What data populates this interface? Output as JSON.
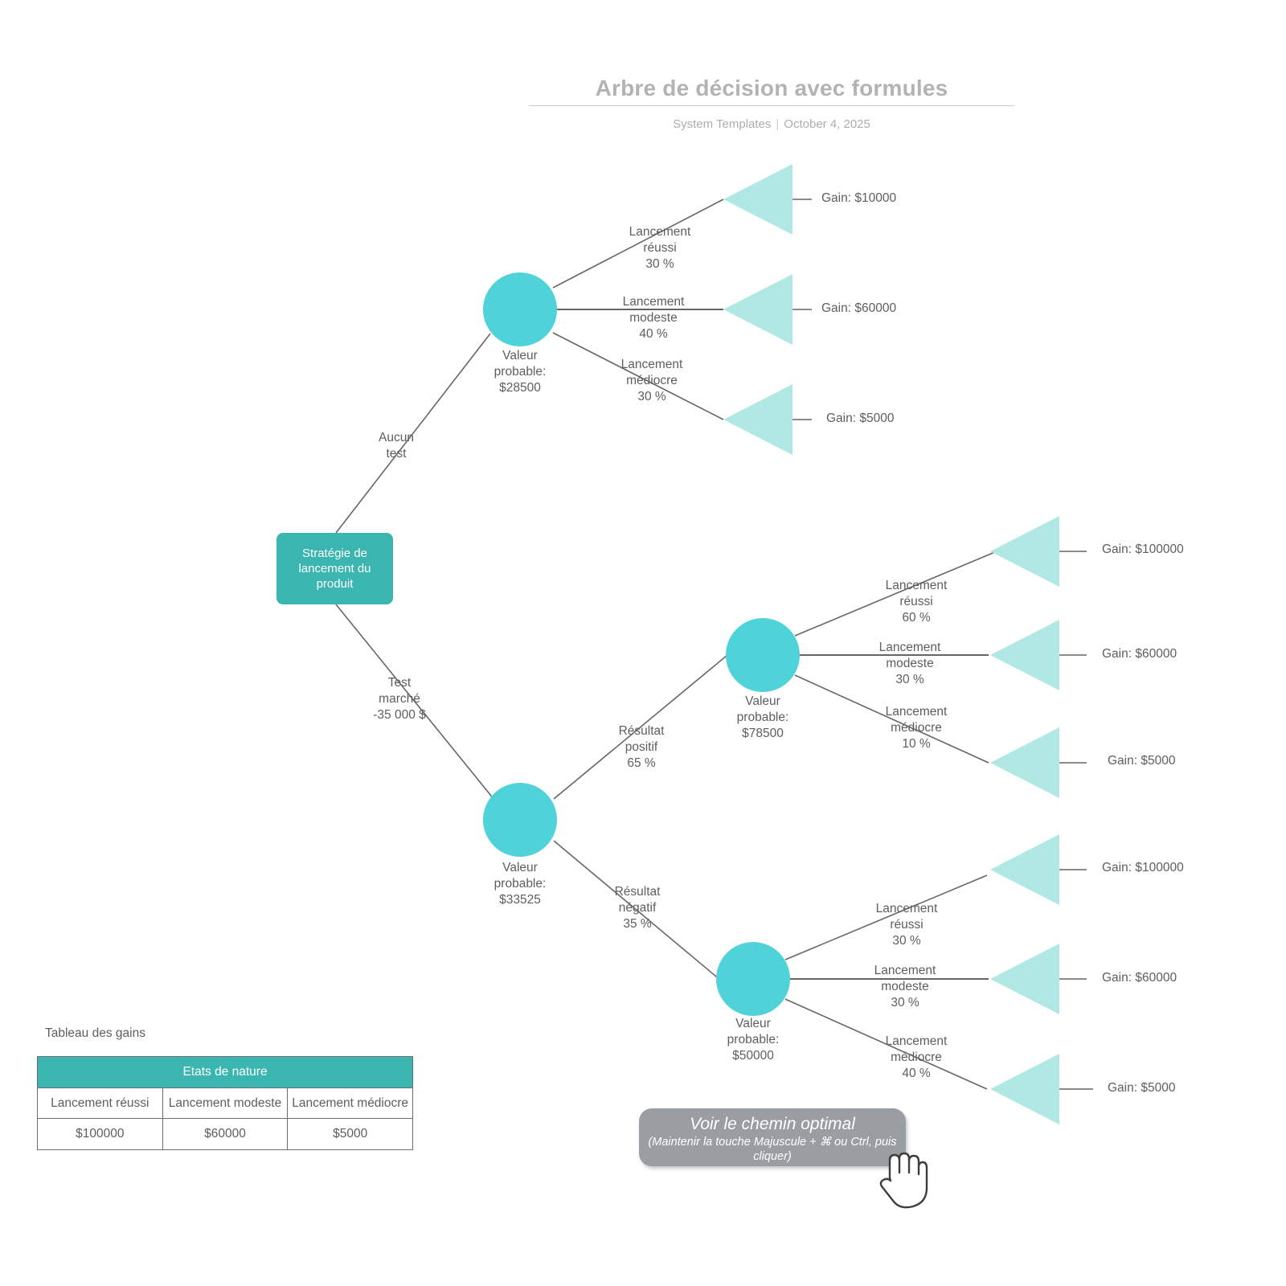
{
  "header": {
    "title": "Arbre de décision avec formules",
    "author": "System Templates",
    "separator": "|",
    "date": "October 4, 2025"
  },
  "tree": {
    "root": {
      "label": "Stratégie de lancement du produit"
    },
    "root_branches": [
      {
        "label": "Aucun\ntest"
      },
      {
        "label": "Test\nmarché\n-35 000 $"
      }
    ],
    "chance_nodes": [
      {
        "id": "no-test",
        "value": "Valeur\nprobable:\n$28500"
      },
      {
        "id": "test",
        "value": "Valeur\nprobable:\n$33525"
      },
      {
        "id": "positive",
        "value": "Valeur\nprobable:\n$78500"
      },
      {
        "id": "negative",
        "value": "Valeur\nprobable:\n$50000"
      }
    ],
    "test_branches": [
      {
        "label": "Résultat\npositif\n65 %"
      },
      {
        "label": "Résultat\nnégatif\n35 %"
      }
    ],
    "outcome_groups": [
      {
        "id": "no-test",
        "branches": [
          {
            "label": "Lancement\nréussi\n30 %",
            "gain": "Gain: $10000"
          },
          {
            "label": "Lancement\nmodeste\n40 %",
            "gain": "Gain: $60000"
          },
          {
            "label": "Lancement\nmédiocre\n30 %",
            "gain": "Gain: $5000"
          }
        ]
      },
      {
        "id": "positive",
        "branches": [
          {
            "label": "Lancement\nréussi\n60 %",
            "gain": "Gain: $100000"
          },
          {
            "label": "Lancement\nmodeste\n30 %",
            "gain": "Gain: $60000"
          },
          {
            "label": "Lancement\nmédiocre\n10 %",
            "gain": "Gain: $5000"
          }
        ]
      },
      {
        "id": "negative",
        "branches": [
          {
            "label": "Lancement\nréussi\n30 %",
            "gain": "Gain: $100000"
          },
          {
            "label": "Lancement\nmodeste\n30 %",
            "gain": "Gain: $60000"
          },
          {
            "label": "Lancement\nmédiocre\n40 %",
            "gain": "Gain: $5000"
          }
        ]
      }
    ]
  },
  "payoff_table": {
    "caption": "Tableau des gains",
    "header": "Etats de nature",
    "columns": [
      "Lancement réussi",
      "Lancement modeste",
      "Lancement médiocre"
    ],
    "values": [
      "$100000",
      "$60000",
      "$5000"
    ]
  },
  "optimal_button": {
    "line1": "Voir le chemin optimal",
    "line2": "(Maintenir la touche Majuscule + ⌘ ou Ctrl, puis cliquer)"
  },
  "colors": {
    "decision_node": "#3ab5b0",
    "chance_node": "#4fd2d8",
    "terminal_node": "#b2e8e4",
    "edge": "#666666",
    "text": "#5e5e5e",
    "title": "#b3b3b3",
    "button": "#9a9da1"
  }
}
